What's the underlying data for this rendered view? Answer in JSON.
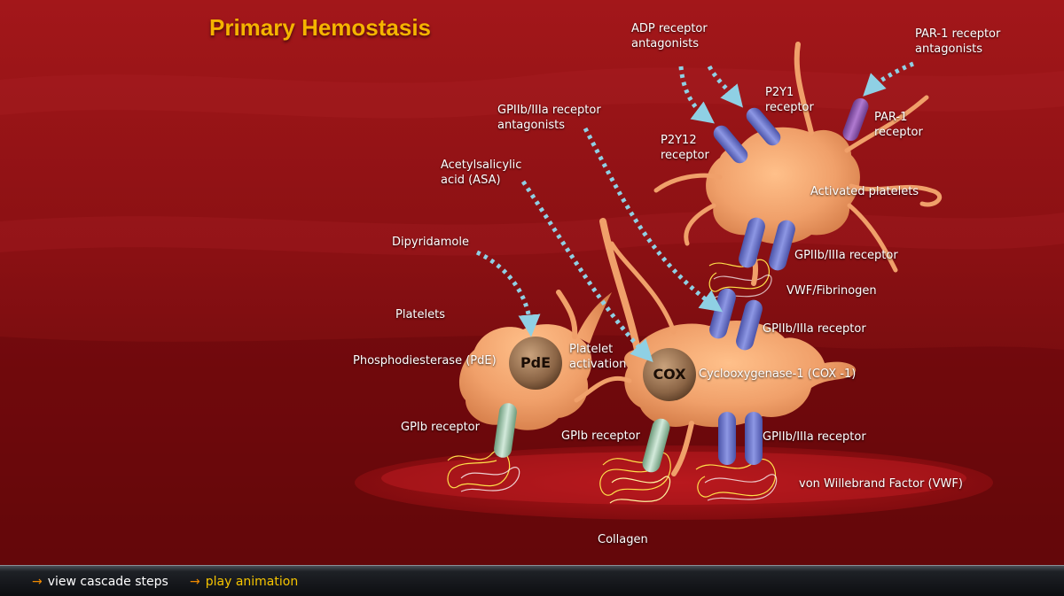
{
  "title": "Primary Hemostasis",
  "labels": {
    "adp_antagonists_1": "ADP receptor",
    "adp_antagonists_2": "antagonists",
    "par1_antagonists_1": "PAR-1 receptor",
    "par1_antagonists_2": "antagonists",
    "p2y1_1": "P2Y1",
    "p2y1_2": "receptor",
    "par1_1": "PAR-1",
    "par1_2": "receptor",
    "p2y12_1": "P2Y12",
    "p2y12_2": "receptor",
    "gp2b3a_antagonists_1": "GPIIb/IIIa receptor",
    "gp2b3a_antagonists_2": "antagonists",
    "asa_1": "Acetylsalicylic",
    "asa_2": "acid (ASA)",
    "activated_platelets": "Activated platelets",
    "dipyridamole": "Dipyridamole",
    "gp2b3a_upper": "GPIIb/IIIa receptor",
    "vwf_fibrinogen": "VWF/Fibrinogen",
    "platelets": "Platelets",
    "gp2b3a_middle": "GPIIb/IIIa receptor",
    "platelet_activation_1": "Platelet",
    "platelet_activation_2": "activation",
    "pde": "Phosphodiesterase (PdE)",
    "cox1": "Cyclooxygenase-1 (COX -1)",
    "gpib_left": "GPIb receptor",
    "gpib_center": "GPIb receptor",
    "gp2b3a_lower": "GPIIb/IIIa receptor",
    "vwf": "von Willebrand Factor (VWF)",
    "collagen": "Collagen"
  },
  "enzymes": {
    "pde": "PdE",
    "cox": "COX"
  },
  "footer": {
    "arrow": "→",
    "view_cascade": "view cascade steps",
    "play_animation": "play animation"
  },
  "colors": {
    "background": "#8e0f12",
    "title": "#f5b400",
    "platelet": "#f2a06a",
    "receptor_blue": "#6f79c9",
    "receptor_purple": "#8d5ab0",
    "receptor_glpib": "#9fc4a8",
    "arrow_dots": "#8fd0e4",
    "fibers": "#ffe04a",
    "footer_accent": "#f08a00"
  },
  "icons": {
    "footer_arrow": "orange-arrow-icon"
  }
}
